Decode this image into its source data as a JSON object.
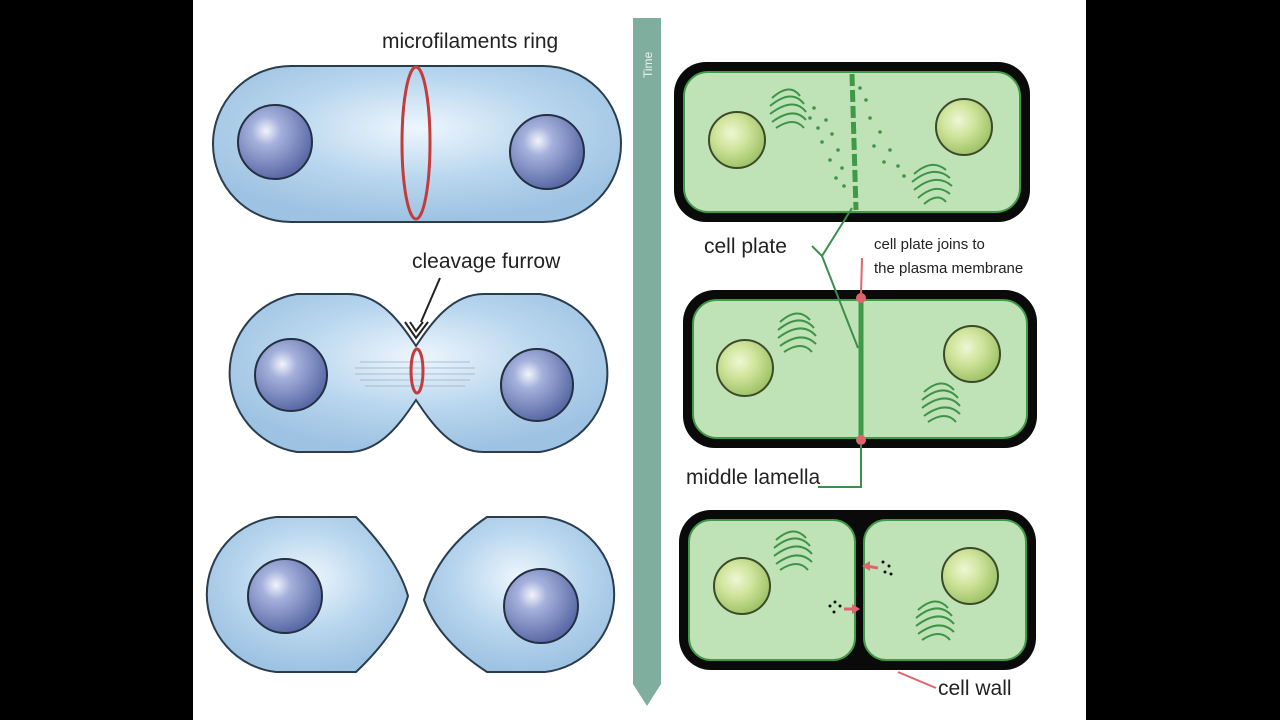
{
  "timeline": {
    "label": "Time"
  },
  "labels": {
    "microfilaments_ring": "microfilaments ring",
    "cleavage_furrow": "cleavage furrow",
    "cell_plate": "cell plate",
    "cell_plate_joins_line1": "cell plate joins to",
    "cell_plate_joins_line2": "the plasma membrane",
    "middle_lamella": "middle lamella",
    "cell_wall": "cell wall"
  },
  "colors": {
    "panel_bg": "#ffffff",
    "animal_cell_fill": "#b4d4ec",
    "animal_cell_outline": "#2a3d4f",
    "nucleus": "#6e7fb8",
    "ring": "#c43b3b",
    "timeline": "#7fae9f",
    "plant_wall": "#0a0a0a",
    "plant_cytoplasm": "#bfe3b6",
    "plant_membrane": "#3f9a47",
    "plant_nucleus": "#c6e08e",
    "golgi": "#3d9448",
    "arrow_pink": "#e0646e",
    "leader_line": "#3c8f4a"
  }
}
